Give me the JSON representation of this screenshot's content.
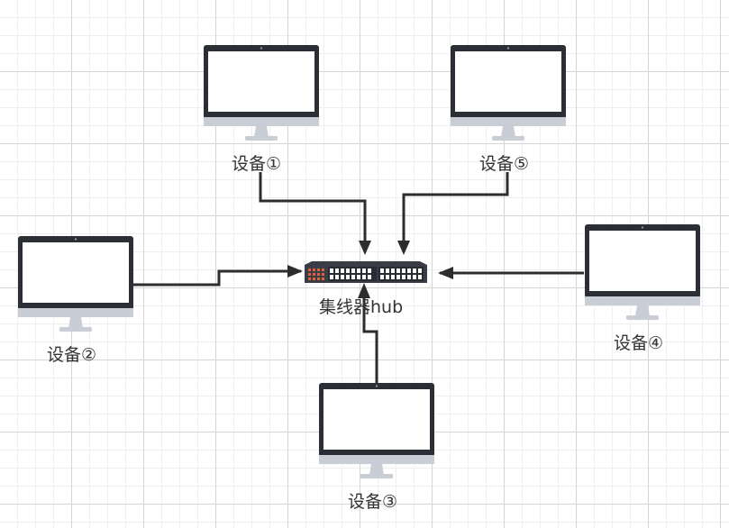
{
  "labels": {
    "device1": "设备①",
    "device2": "设备②",
    "device3": "设备③",
    "device4": "设备④",
    "device5": "设备⑤",
    "hub": "集线器hub"
  },
  "colors": {
    "line": "#2d2d2d",
    "frame": "#2b2e35",
    "stand": "#c9ced6",
    "hub_body": "#3a3d45",
    "hub_port": "#ffffff",
    "hub_led": "#e2603a"
  }
}
